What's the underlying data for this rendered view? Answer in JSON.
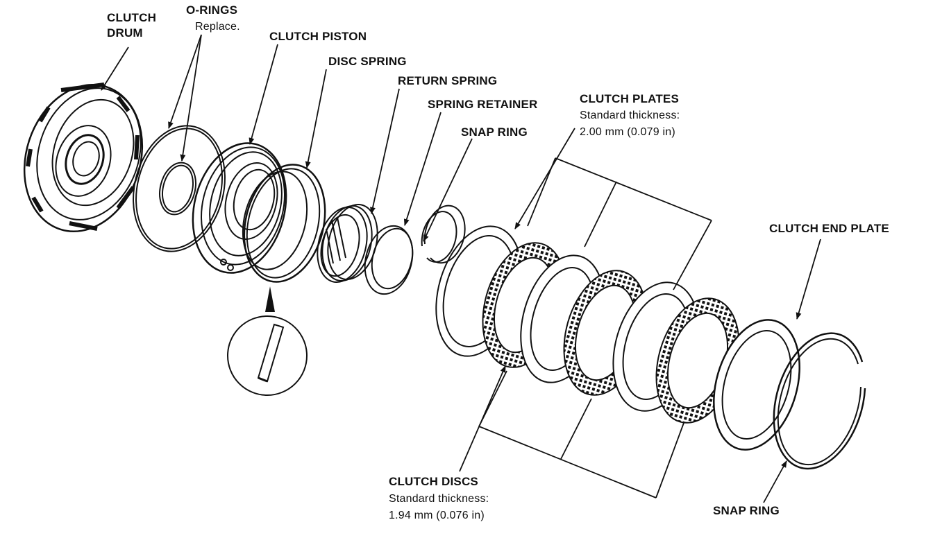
{
  "labels": {
    "clutch_drum": [
      "CLUTCH",
      "DRUM"
    ],
    "o_rings": "O-RINGS",
    "o_rings_note": "Replace.",
    "clutch_piston": "CLUTCH PISTON",
    "disc_spring": "DISC SPRING",
    "return_spring": "RETURN SPRING",
    "spring_retainer": "SPRING RETAINER",
    "snap_ring_upper": "SNAP RING",
    "clutch_plates": "CLUTCH PLATES",
    "clutch_plates_std": "Standard thickness:",
    "clutch_plates_value": "2.00 mm (0.079 in)",
    "clutch_end_plate": "CLUTCH END PLATE",
    "clutch_discs": "CLUTCH DISCS",
    "clutch_discs_std": "Standard thickness:",
    "clutch_discs_value": "1.94 mm (0.076 in)",
    "snap_ring_lower": "SNAP RING"
  },
  "colors": {
    "ink": "#111111",
    "paper": "#ffffff"
  }
}
